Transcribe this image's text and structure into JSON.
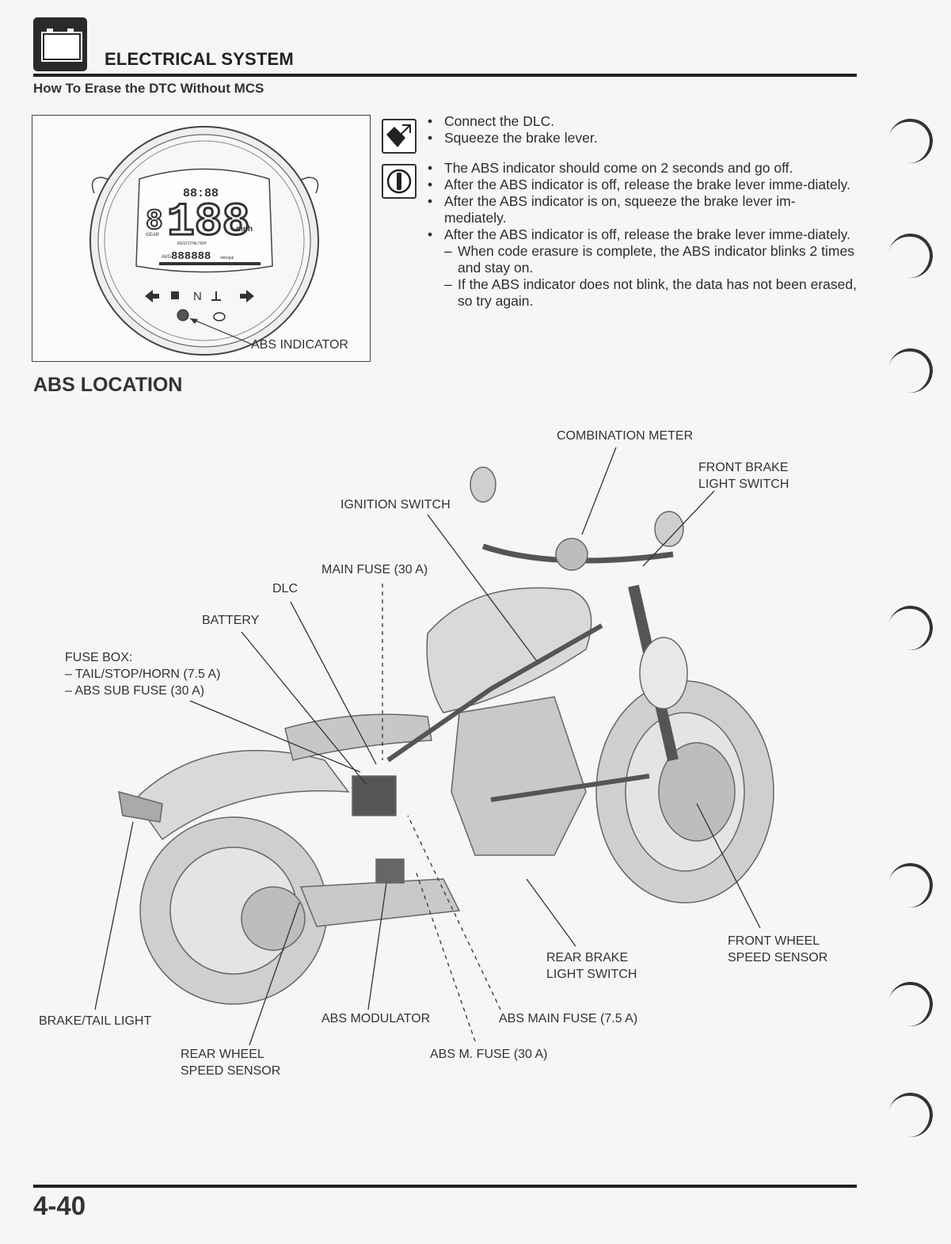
{
  "header": {
    "section_title": "ELECTRICAL SYSTEM",
    "subheading": "How To Erase the DTC Without MCS",
    "icon": "battery-icon"
  },
  "meter_figure": {
    "callout": "ABS INDICATOR",
    "clock": "88:88",
    "speed": "188",
    "speed_unit": "mph",
    "gear_label": "GEAR",
    "gear": "8",
    "odo_label": "AVG",
    "odo": "888888",
    "odo_unit": "mile/gal",
    "trip_label": "RESTOTALTRIP",
    "neutral": "N"
  },
  "instructions": {
    "setup_icon": "connector-tool-icon",
    "info_icon": "caution-icon",
    "setup_steps": [
      "Connect the DLC.",
      "Squeeze the brake lever."
    ],
    "steps": [
      "The ABS indicator should come on 2 seconds and go off.",
      "After the ABS indicator is off, release the brake lever imme-diately.",
      "After the ABS indicator is on, squeeze the brake lever im-mediately.",
      "After the ABS indicator is off, release the brake lever imme-diately."
    ],
    "sub_steps": [
      "When code erasure is complete, the ABS indicator blinks 2 times and stay on.",
      "If the ABS indicator does not blink, the data has not been erased, so try again."
    ]
  },
  "abs_location": {
    "heading": "ABS LOCATION",
    "labels": {
      "combination_meter": "COMBINATION METER",
      "front_brake_switch_1": "FRONT BRAKE",
      "front_brake_switch_2": "LIGHT SWITCH",
      "ignition_switch": "IGNITION SWITCH",
      "main_fuse": "MAIN FUSE (30 A)",
      "dlc": "DLC",
      "battery": "BATTERY",
      "fuse_box_1": "FUSE BOX:",
      "fuse_box_2": "– TAIL/STOP/HORN (7.5 A)",
      "fuse_box_3": "– ABS SUB FUSE (30 A)",
      "front_wheel_sensor_1": "FRONT WHEEL",
      "front_wheel_sensor_2": "SPEED SENSOR",
      "rear_brake_switch_1": "REAR BRAKE",
      "rear_brake_switch_2": "LIGHT SWITCH",
      "brake_tail_light": "BRAKE/TAIL LIGHT",
      "abs_modulator": "ABS MODULATOR",
      "abs_main_fuse": "ABS MAIN FUSE (7.5 A)",
      "rear_wheel_sensor_1": "REAR WHEEL",
      "rear_wheel_sensor_2": "SPEED SENSOR",
      "abs_m_fuse": "ABS M. FUSE (30 A)"
    }
  },
  "footer": {
    "page_number": "4-40"
  }
}
